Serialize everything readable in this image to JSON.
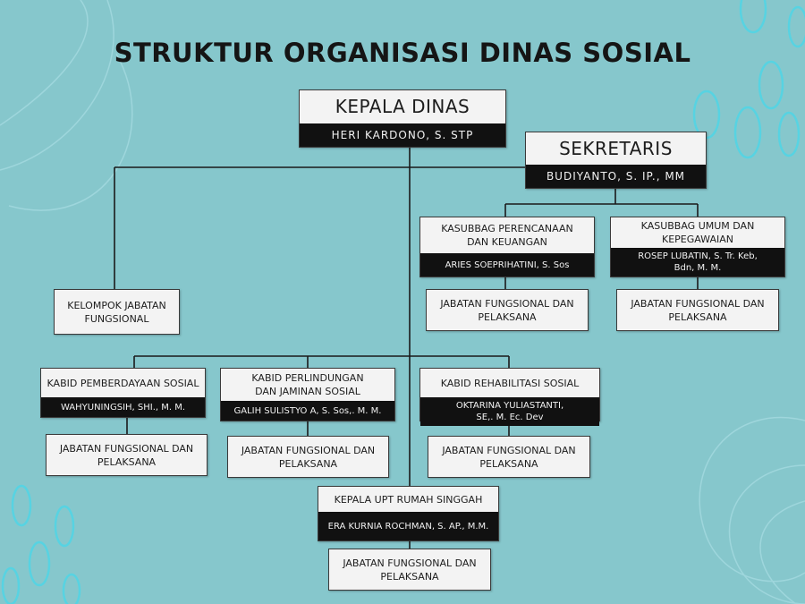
{
  "title": "STRUKTUR ORGANISASI DINAS SOSIAL",
  "colors": {
    "background": "#86c7cc",
    "box": "#f3f3f3",
    "header": "#111111",
    "line": "#1a1a1a",
    "decoration": "#4fd6e6"
  },
  "kepala_dinas": {
    "title": "KEPALA DINAS",
    "name": "HERI KARDONO, S. STP"
  },
  "sekretaris": {
    "title": "SEKRETARIS",
    "name": "BUDIYANTO, S. IP., MM"
  },
  "kasubbag_perencanaan": {
    "title": "KASUBBAG PERENCANAAN\nDAN KEUANGAN",
    "name": "ARIES SOEPRIHATINI, S. Sos"
  },
  "kasubbag_umum": {
    "title": "KASUBBAG UMUM DAN\nKEPEGAWAIAN",
    "name": "ROSEP LUBATIN, S. Tr. Keb,\nBdn, M. M."
  },
  "kelompok_jabatan": {
    "title": "KELOMPOK JABATAN\nFUNGSIONAL"
  },
  "kabid_pemberdayaan": {
    "title": "KABID PEMBERDAYAAN SOSIAL",
    "name": "WAHYUNINGSIH, SHI., M. M."
  },
  "kabid_perlindungan": {
    "title": "KABID PERLINDUNGAN\nDAN JAMINAN SOSIAL",
    "name": "GALIH SULISTYO A, S. Sos,. M. M."
  },
  "kabid_rehabilitasi": {
    "title": "KABID REHABILITASI SOSIAL",
    "name": "OKTARINA YULIASTANTI,\nSE,. M. Ec. Dev"
  },
  "kepala_upt": {
    "title": "KEPALA UPT RUMAH SINGGAH",
    "name": "ERA KURNIA ROCHMAN, S. AP., M.M."
  },
  "jabatan_fungsional_label": "JABATAN FUNGSIONAL DAN\nPELAKSANA"
}
